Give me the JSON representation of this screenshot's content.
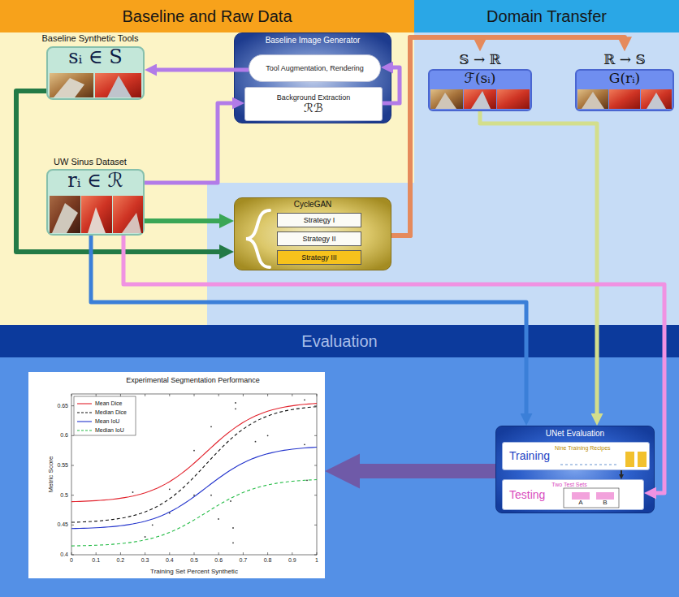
{
  "diagram": {
    "nodes": [
      {
        "text": [
          "Baseline and Raw Data"
        ]
      },
      {
        "text": [
          "Domain Transfer"
        ]
      },
      {
        "text": [
          "Evaluation"
        ]
      },
      {
        "text": [
          "Baseline Synthetic Tools",
          "sᵢ ∈ S"
        ],
        "in": 0
      },
      {
        "text": [
          "Baseline Image Generator"
        ],
        "in": 0
      },
      {
        "text": [
          "Tool Augmentation, Rendering"
        ],
        "in": 4
      },
      {
        "text": [
          "Background Extraction",
          "ℛℬ"
        ],
        "in": 4
      },
      {
        "text": [
          "UW Sinus Dataset",
          "rᵢ ∈ ℛ"
        ],
        "in": 0
      },
      {
        "text": [
          "CycleGAN"
        ],
        "in": 0
      },
      {
        "text": [
          "Strategy I"
        ],
        "in": 8
      },
      {
        "text": [
          "Strategy II"
        ],
        "in": 8
      },
      {
        "text": [
          "Strategy III"
        ],
        "in": 8
      },
      {
        "text": [
          "𝕊 → ℝ",
          "ℱ(sᵢ)"
        ],
        "in": 1
      },
      {
        "text": [
          "ℝ → 𝕊",
          "G(rᵢ)"
        ],
        "in": 1
      },
      {
        "text": [
          "Experimental Segmentation Performance"
        ],
        "in": 2
      },
      {
        "text": [
          "UNet Evaluation"
        ],
        "in": 2
      },
      {
        "text": [
          "Training",
          "Nine Training Recipes"
        ],
        "in": 15
      },
      {
        "text": [
          "Testing",
          "Two Test Sets"
        ],
        "in": 15
      },
      {
        "text": [
          "A"
        ],
        "in": 17
      },
      {
        "text": [
          "B"
        ],
        "in": 17
      }
    ],
    "edges": [
      {
        "from": 5,
        "to": 3,
        "arrow": "to"
      },
      {
        "from": 7,
        "to": 6,
        "arrow": "to"
      },
      {
        "from": 6,
        "to": 5,
        "arrow": "to"
      },
      {
        "from": 7,
        "to": 8,
        "arrow": "to"
      },
      {
        "from": 3,
        "to": 8,
        "arrow": "to"
      },
      {
        "from": 8,
        "to": 12,
        "arrow": "to"
      },
      {
        "from": 8,
        "to": 13,
        "arrow": "to"
      },
      {
        "from": 12,
        "to": 15,
        "arrow": "to"
      },
      {
        "from": 7,
        "to": 15,
        "arrow": "to"
      },
      {
        "from": 7,
        "to": 17,
        "arrow": "to"
      },
      {
        "from": 15,
        "to": 14,
        "arrow": "to"
      },
      {
        "from": 16,
        "to": 17,
        "arrow": "to"
      }
    ],
    "labels": [
      "0.4",
      "0.45",
      "0.5",
      "0.55",
      "0.6",
      "0.65",
      "0",
      "0.1",
      "0.2",
      "0.3",
      "0.4",
      "0.5",
      "0.6",
      "0.7",
      "0.8",
      "0.9",
      "1",
      "Metric Score",
      "Training Set Percent Synthetic"
    ],
    "legend": [
      {
        "text": "Mean Dice"
      },
      {
        "text": "Median Dice"
      },
      {
        "text": "Mean IoU"
      },
      {
        "text": "Median IoU"
      }
    ]
  }
}
